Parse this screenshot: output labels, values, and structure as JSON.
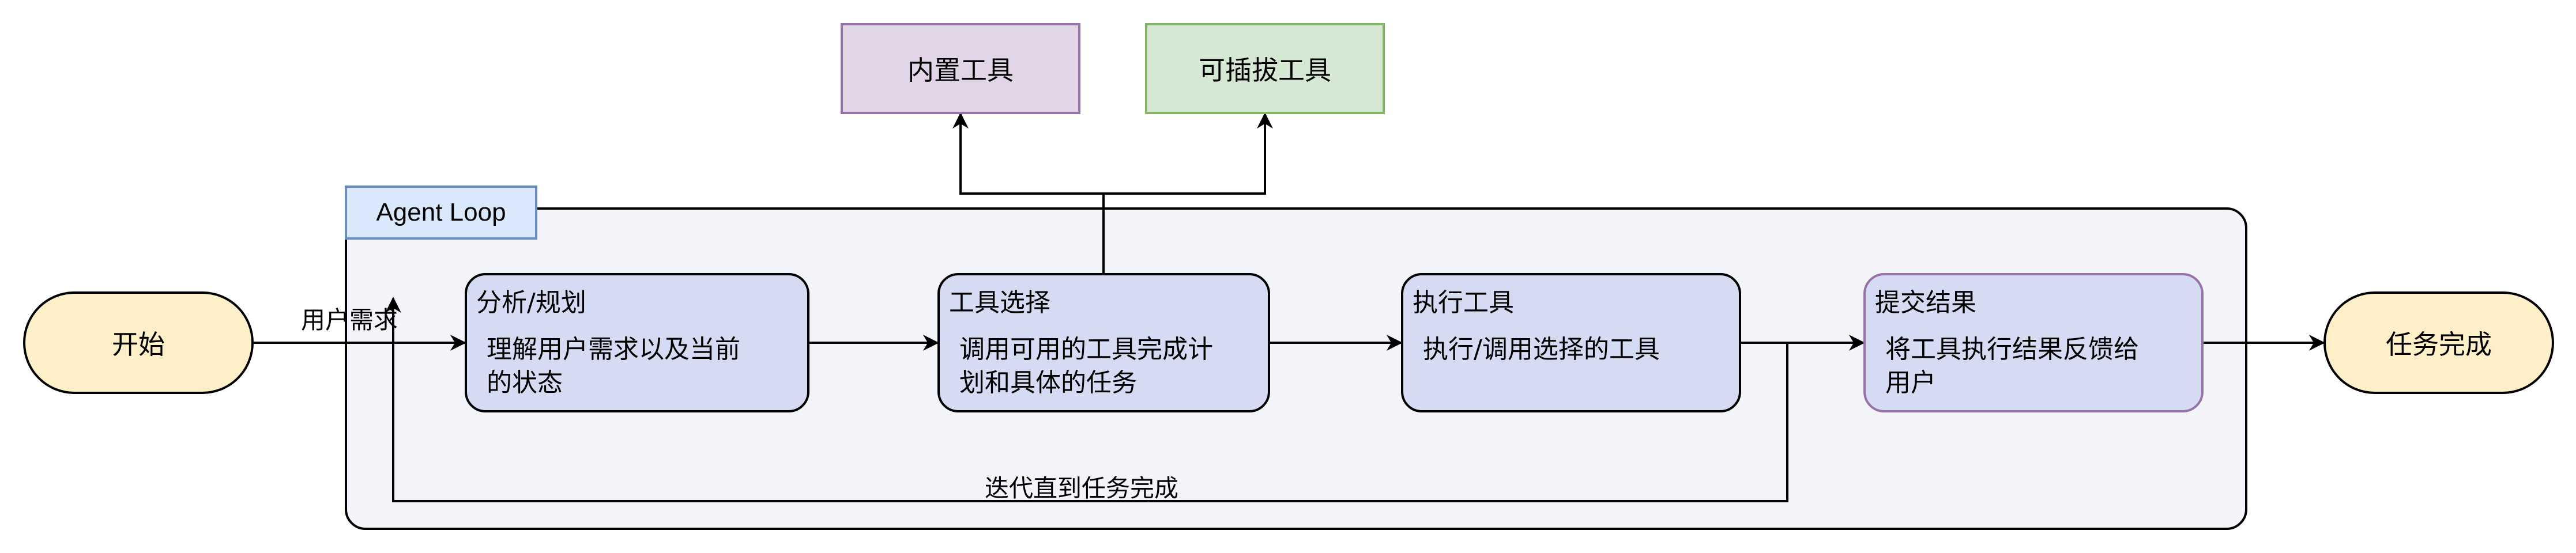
{
  "start": {
    "label": "开始"
  },
  "end": {
    "label": "任务完成"
  },
  "tools": {
    "builtin": "内置工具",
    "pluggable": "可插拔工具"
  },
  "loop": {
    "label": "Agent Loop"
  },
  "steps": [
    {
      "title": "分析/规划",
      "desc": "理解用户需求以及当前的状态"
    },
    {
      "title": "工具选择",
      "desc": "调用可用的工具完成计划和具体的任务"
    },
    {
      "title": "执行工具",
      "desc": "执行/调用选择的工具"
    },
    {
      "title": "提交结果",
      "desc": "将工具执行结果反馈给用户"
    }
  ],
  "edges": {
    "user_request": "用户需求",
    "iterate": "迭代直到任务完成"
  },
  "colors": {
    "terminal_fill": "#fdf0c8",
    "builtin_tool_fill": "#e1d5e7",
    "builtin_tool_border": "#9673a6",
    "pluggable_tool_fill": "#d5e8d4",
    "pluggable_tool_border": "#82b366",
    "loop_fill": "#f3f4fa",
    "loop_label_fill": "#dae8fc",
    "loop_label_border": "#6c8ebf",
    "step_fill": "#d4dbf2",
    "submit_border": "#9673a6"
  }
}
